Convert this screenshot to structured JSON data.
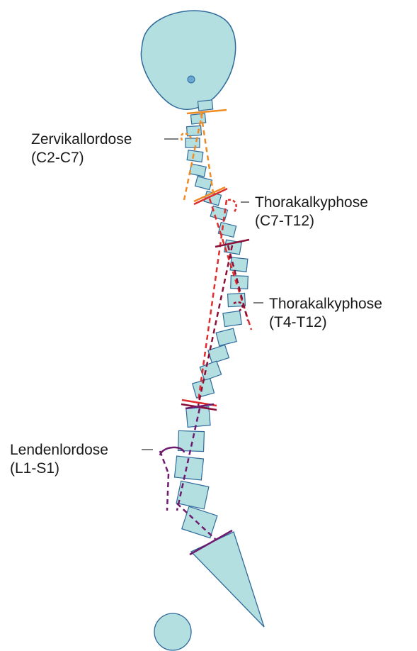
{
  "labels": {
    "cervical": {
      "name": "Zervikallordose",
      "range": "(C2-C7)"
    },
    "thoracic_c7": {
      "name": "Thorakalkyphose",
      "range": "(C7-T12)"
    },
    "thoracic_t4": {
      "name": "Thorakalkyphose",
      "range": "(T4-T12)"
    },
    "lumbar": {
      "name": "Lendenlordose",
      "range": "(L1-S1)"
    }
  },
  "colors": {
    "bone_fill": "#b3dfe0",
    "bone_stroke": "#2f6a9a",
    "cervical_line": "#f08a24",
    "c7_t12_line": "#e02c2c",
    "t4_t12_line": "#8a1038",
    "lumbar_line": "#6e1a6e",
    "leader_line": "#555555"
  }
}
